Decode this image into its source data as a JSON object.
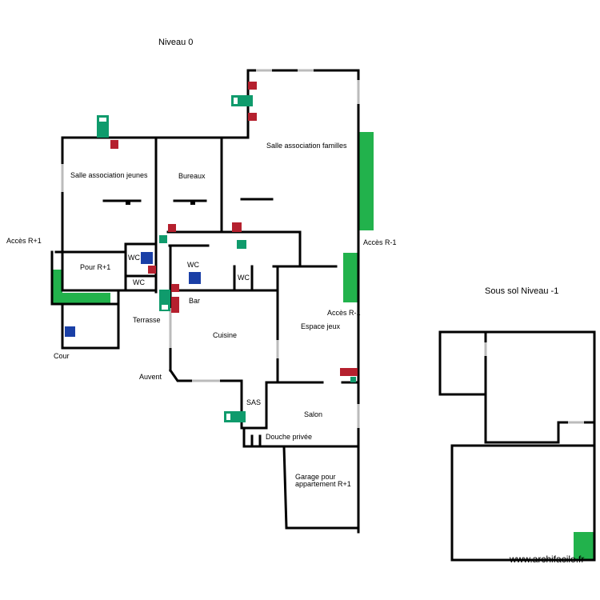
{
  "plan": {
    "level0_title": "Niveau 0",
    "basement_title": "Sous sol Niveau -1",
    "watermark": "www.archifacile.fr",
    "rooms": {
      "salle_jeunes": "Salle association jeunes",
      "bureaux": "Bureaux",
      "salle_familles": "Salle association familles",
      "pour_r1": "Pour R+1",
      "wc1": "WC",
      "wc2": "WC",
      "wc3": "WC",
      "wc4": "WC",
      "bar": "Bar",
      "terrasse": "Terrasse",
      "cour": "Cour",
      "cuisine": "Cuisine",
      "espace_jeux": "Espace jeux",
      "auvent": "Auvent",
      "sas": "SAS",
      "salon": "Salon",
      "douche": "Douche privée",
      "garage_line1": "Garage pour",
      "garage_line2": "appartement R+1",
      "acces_r1_left": "Accès R+1",
      "acces_rm1_right": "Accès R-1",
      "acces_rm1_inner": "Accès R-1"
    },
    "colors": {
      "stairs": "#22b24c",
      "exit_sign": "#0f9b6c",
      "fire_sign": "#b5202e",
      "accessibility": "#1a3fa6"
    }
  }
}
